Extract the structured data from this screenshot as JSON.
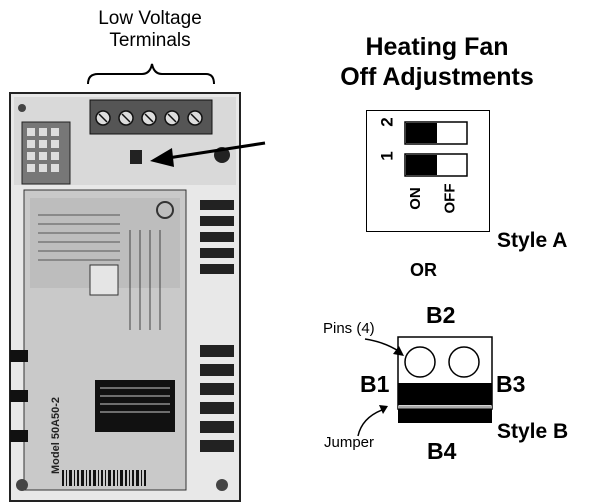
{
  "terminals_caption": {
    "line1": "Low Voltage",
    "line2": "Terminals"
  },
  "title": {
    "line1": "Heating Fan",
    "line2": "Off Adjustments"
  },
  "style_a": {
    "switch_numbers": [
      "2",
      "1"
    ],
    "on_label": "ON",
    "off_label": "OFF",
    "label": "Style A"
  },
  "or_label": "OR",
  "style_b": {
    "top": "B2",
    "left": "B1",
    "right": "B3",
    "bottom": "B4",
    "pins_label": "Pins (4)",
    "jumper_label": "Jumper",
    "label": "Style B"
  },
  "board": {
    "model_text": "Model 50A50-2"
  }
}
